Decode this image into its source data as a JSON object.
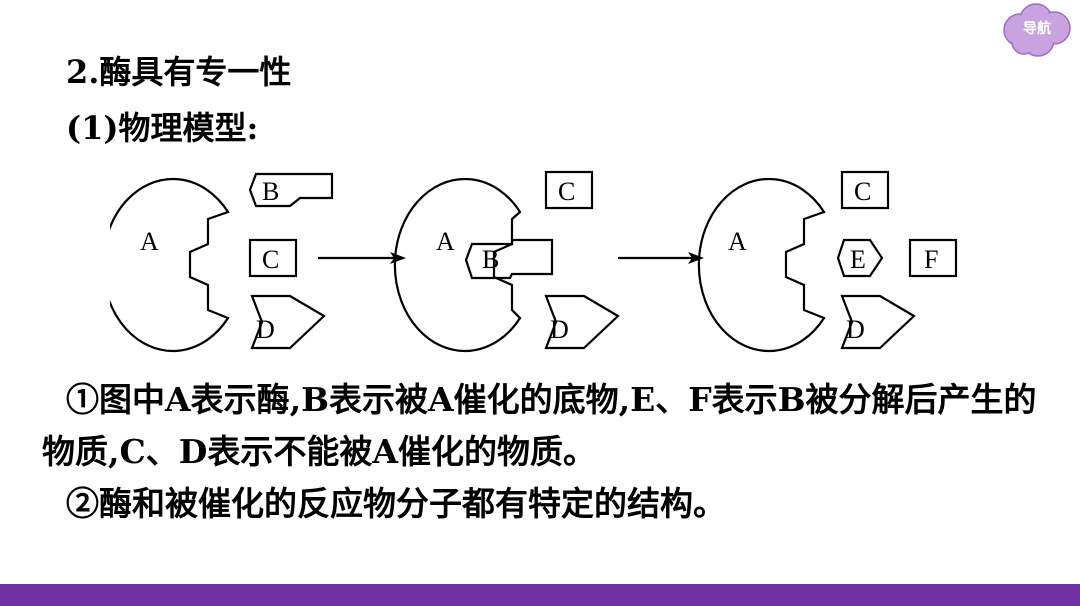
{
  "nav": {
    "label": "导航",
    "color": "#c9a3e0"
  },
  "heading": "2.酶具有专一性",
  "subheading": "(1)物理模型:",
  "diagram": {
    "stage1": {
      "enzyme": "A",
      "b": "B",
      "c": "C",
      "d": "D"
    },
    "stage2": {
      "enzyme": "A",
      "b": "B",
      "c": "C",
      "d": "D"
    },
    "stage3": {
      "enzyme": "A",
      "c": "C",
      "e": "E",
      "f": "F",
      "d": "D"
    }
  },
  "paragraph1": "①图中A表示酶,B表示被A催化的底物,E、F表示B被分解后产生的物质,C、D表示不能被A催化的物质。",
  "paragraph2": "②酶和被催化的反应物分子都有特定的结构。",
  "colors": {
    "accent_bar": "#7030a0"
  }
}
